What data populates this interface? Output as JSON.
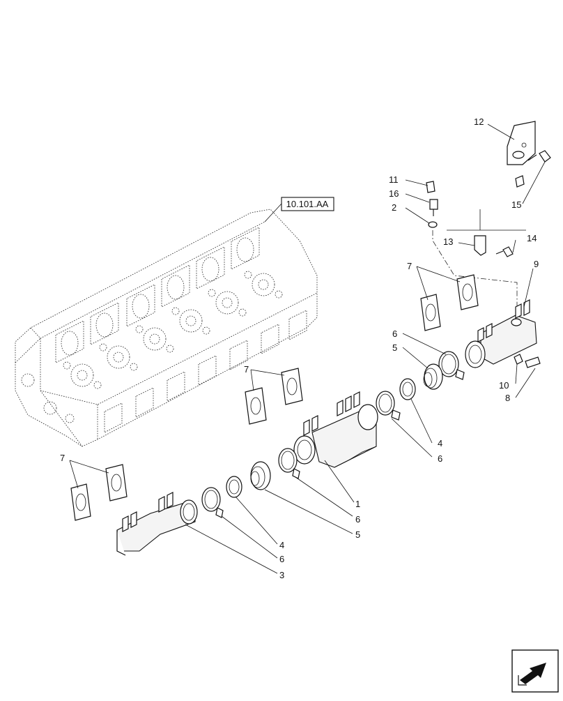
{
  "diagram": {
    "reference_label": "10.101.AA",
    "callouts": [
      {
        "id": "c12",
        "text": "12"
      },
      {
        "id": "c11",
        "text": "11"
      },
      {
        "id": "c16",
        "text": "16"
      },
      {
        "id": "c2",
        "text": "2"
      },
      {
        "id": "c15",
        "text": "15"
      },
      {
        "id": "c13",
        "text": "13"
      },
      {
        "id": "c14",
        "text": "14"
      },
      {
        "id": "c7a",
        "text": "7"
      },
      {
        "id": "c9",
        "text": "9"
      },
      {
        "id": "c6a",
        "text": "6"
      },
      {
        "id": "c5a",
        "text": "5"
      },
      {
        "id": "c10",
        "text": "10"
      },
      {
        "id": "c8",
        "text": "8"
      },
      {
        "id": "c7b",
        "text": "7"
      },
      {
        "id": "c4a",
        "text": "4"
      },
      {
        "id": "c6b",
        "text": "6"
      },
      {
        "id": "c7c",
        "text": "7"
      },
      {
        "id": "c1",
        "text": "1"
      },
      {
        "id": "c6c",
        "text": "6"
      },
      {
        "id": "c5b",
        "text": "5"
      },
      {
        "id": "c4b",
        "text": "4"
      },
      {
        "id": "c6d",
        "text": "6"
      },
      {
        "id": "c3",
        "text": "3"
      }
    ],
    "nav_icon": "next-page-arrow-icon"
  }
}
